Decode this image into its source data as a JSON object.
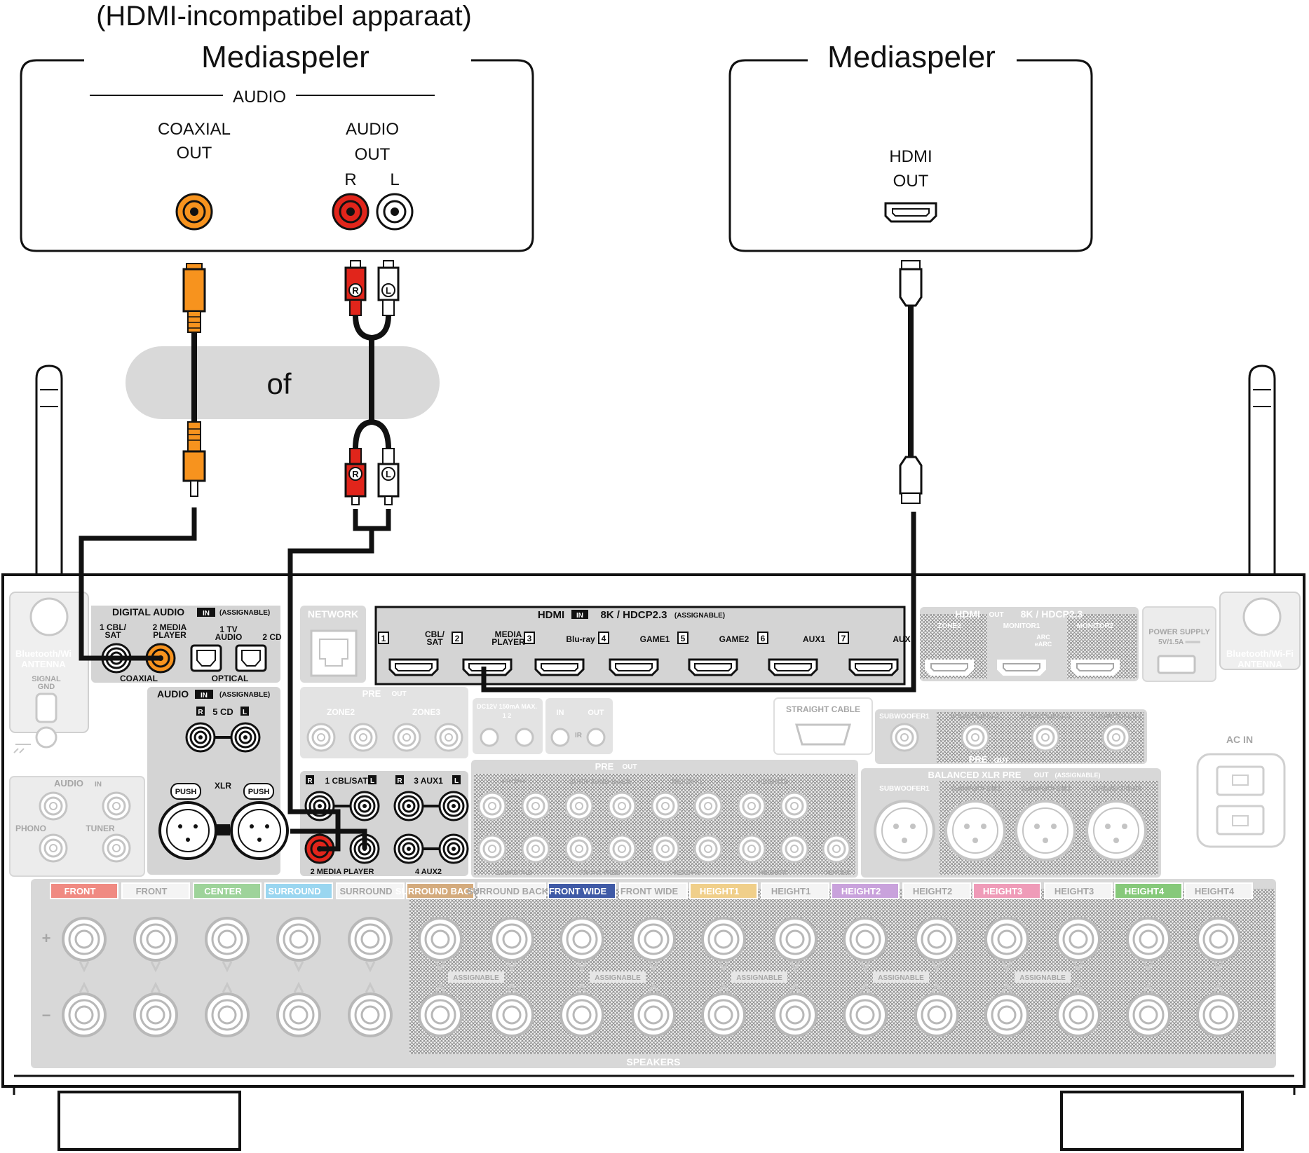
{
  "top_left_device": {
    "caption": "(HDMI-incompatibel apparaat)",
    "name": "Mediaspeler",
    "audio_section": "AUDIO",
    "coaxial_line1": "COAXIAL",
    "coaxial_line2": "OUT",
    "audio_line1": "AUDIO",
    "audio_line2": "OUT",
    "r": "R",
    "l": "L"
  },
  "top_right_device": {
    "name": "Mediaspeler",
    "hdmi_line1": "HDMI",
    "hdmi_line2": "OUT"
  },
  "or_label": "of",
  "plug_r": "R",
  "plug_l": "L",
  "receiver": {
    "antenna_left": [
      "Bluetooth/Wi",
      "ANTENNA"
    ],
    "antenna_right": [
      "Bluetooth/Wi-Fi",
      "ANTENNA"
    ],
    "signal_gnd": [
      "SIGNAL",
      "GND"
    ],
    "digital_audio": "DIGITAL AUDIO",
    "in_badge": "IN",
    "out_badge": "OUT",
    "assignable": "(ASSIGNABLE)",
    "coax1": [
      "1 CBL/",
      "SAT"
    ],
    "coax2": [
      "2 MEDIA",
      "PLAYER"
    ],
    "opt1": [
      "1 TV",
      "AUDIO"
    ],
    "opt2": "2 CD",
    "coaxial": "COAXIAL",
    "optical": "OPTICAL",
    "network": "NETWORK",
    "hdmi_in_title": "HDMI",
    "hdmi_in_spec": "8K / HDCP2.3",
    "hdmi_inputs": [
      {
        "num": "1",
        "label": [
          "CBL/",
          "SAT"
        ]
      },
      {
        "num": "2",
        "label": [
          "MEDIA",
          "PLAYER"
        ]
      },
      {
        "num": "3",
        "label": [
          "Blu-ray",
          ""
        ]
      },
      {
        "num": "4",
        "label": [
          "GAME1",
          ""
        ]
      },
      {
        "num": "5",
        "label": [
          "GAME2",
          ""
        ]
      },
      {
        "num": "6",
        "label": [
          "AUX1",
          ""
        ]
      },
      {
        "num": "7",
        "label": [
          "AUX",
          ""
        ]
      }
    ],
    "hdmi_out_title": "HDMI",
    "hdmi_out_spec": "8K / HDCP2.3",
    "zone2": "ZONE2",
    "monitor1": "MONITOR1",
    "monitor2": "MONITOR2",
    "arc": [
      "ARC",
      "eARC"
    ],
    "power_supply": [
      "POWER SUPPLY",
      "5V/1.5A ═══"
    ],
    "audio_in": "AUDIO",
    "cd": "5 CD",
    "xlr": "XLR",
    "push": "PUSH",
    "pre": "PRE",
    "zone2_label": "ZONE2",
    "zone3_label": "ZONE3",
    "dc12v": [
      "DC12V 150mA MAX.",
      "1        2"
    ],
    "in_label": "IN",
    "out_label": "OUT",
    "ir": "IR",
    "straight_cable": "STRAIGHT CABLE",
    "subwoofers": [
      "SUBWOOFER1",
      "SUBWOOFER2",
      "SUBWOOFER3",
      "SUBWOOFER4"
    ],
    "cbl_sat": "1 CBL/SAT",
    "aux1": "3 AUX1",
    "media_player": "2 MEDIA PLAYER",
    "aux2": "4 AUX2",
    "phono": "PHONO",
    "tuner": "TUNER",
    "pre_channels": [
      "FRONT",
      "SURROUND BACK",
      "HEIGHT1",
      "HEIGHT3"
    ],
    "pre_channels_bottom": [
      "SURROUND",
      "FRONT WIDE",
      "HEIGHT2",
      "HEIGHT4",
      "CENTER"
    ],
    "balanced": "BALANCED XLR PRE",
    "ac_in": "AC IN",
    "speakers": "SPEAKERS",
    "assign_word": "ASSIGNABLE",
    "speaker_groups": [
      {
        "label": "FRONT",
        "color": "#f08a82"
      },
      {
        "label": "CENTER",
        "color": "#9ed39a"
      },
      {
        "label": "SURROUND",
        "color": "#9ad6f0"
      },
      {
        "label": "SURROUND BACK",
        "color": "#d4ab7d"
      },
      {
        "label": "FRONT WIDE",
        "color": "#3f5aa6"
      },
      {
        "label": "HEIGHT1",
        "color": "#f0cf8a"
      },
      {
        "label": "HEIGHT2",
        "color": "#c9a2dc"
      },
      {
        "label": "HEIGHT3",
        "color": "#ef9bb8"
      },
      {
        "label": "HEIGHT4",
        "color": "#86c97a"
      }
    ],
    "plus": "+",
    "minus": "−"
  },
  "colors": {
    "coax_orange": "#f7931e",
    "rca_red": "#e1251b",
    "cable": "#111111",
    "panel_gray": "#d4d4d4",
    "or_gray": "#d9d9d9"
  }
}
